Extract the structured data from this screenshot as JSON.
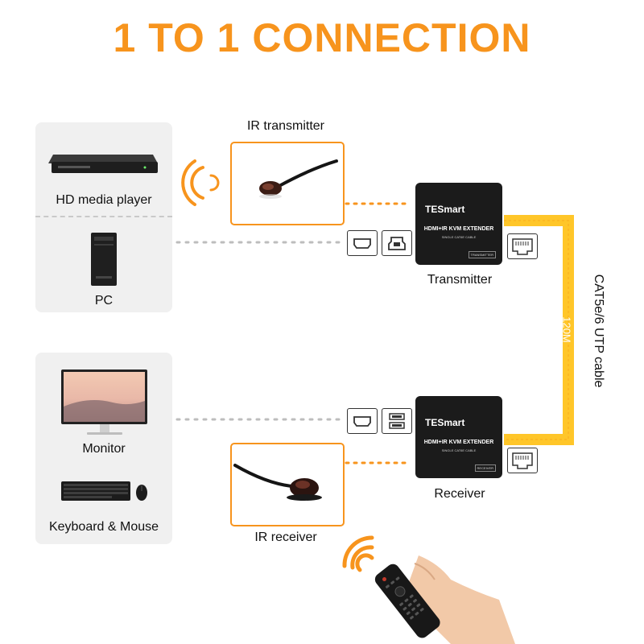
{
  "title": "1 TO 1 CONNECTION",
  "sources": {
    "media_player_label": "HD media player",
    "pc_label": "PC"
  },
  "sinks": {
    "monitor_label": "Monitor",
    "kbm_label": "Keyboard & Mouse"
  },
  "ir": {
    "transmitter_label": "IR transmitter",
    "receiver_label": "IR receiver"
  },
  "transmitter": {
    "label": "Transmitter",
    "brand": "TESmart",
    "model": "HDMI+IR KVM EXTENDER",
    "sub": "SINGLE CAT6E CABLE",
    "tag": "TRANSMITTER"
  },
  "receiver": {
    "label": "Receiver",
    "brand": "TESmart",
    "model": "HDMI+IR KVM EXTENDER",
    "sub": "SINGLE CAT6E CABLE",
    "tag": "RECEIVER"
  },
  "cable": {
    "label": "CAT5e/6 UTP cable",
    "length": "120M"
  },
  "colors": {
    "accent": "#f7941d",
    "cable": "#ffc629",
    "panel": "#f0f0f0",
    "device": "#1b1b1b"
  }
}
